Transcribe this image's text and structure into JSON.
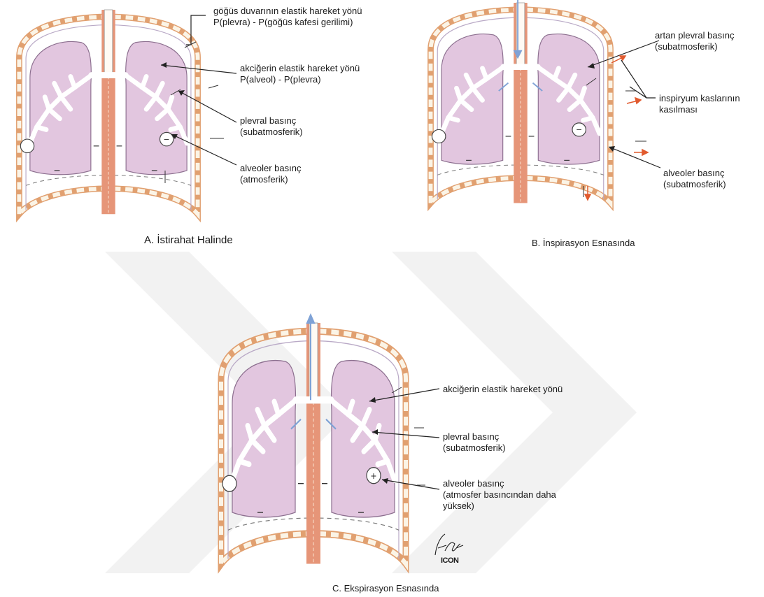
{
  "colors": {
    "lung_fill": "#e2c6df",
    "lung_outline": "#8c6f8f",
    "chest_wall": "#e1a070",
    "rib_tab": "#fbf4e6",
    "pleura": "#b9a9c6",
    "trachea": "#e69578",
    "airflow_arrow": "#7fa2d6",
    "muscle_arrow": "#e15a2e",
    "watermark": "#f2f2f2"
  },
  "panels": [
    {
      "id": "A",
      "caption": "A. İstirahat Halinde",
      "airflow": "none",
      "labels": [
        {
          "lines": [
            "göğüs duvarının elastik hareket yönü",
            "P(plevra) - P(göğüs kafesi gerilimi)"
          ]
        },
        {
          "lines": [
            "akciğerin elastik hareket yönü",
            "P(alveol) - P(plevra)"
          ]
        },
        {
          "lines": [
            "plevral basınç",
            "(subatmosferik)"
          ]
        },
        {
          "lines": [
            "alveoler basınç",
            "(atmosferik)"
          ]
        }
      ]
    },
    {
      "id": "B",
      "caption": "B. İnspirasyon Esnasında",
      "airflow": "in",
      "labels": [
        {
          "lines": [
            "artan plevral basınç",
            "(subatmosferik)"
          ]
        },
        {
          "lines": [
            "inspiryum kaslarının",
            "kasılması"
          ]
        },
        {
          "lines": [
            "alveoler basınç",
            "(subatmosferik)"
          ]
        }
      ]
    },
    {
      "id": "C",
      "caption": "C. Ekspirasyon Esnasında",
      "airflow": "out",
      "labels": [
        {
          "lines": [
            "akciğerin elastik hareket yönü"
          ]
        },
        {
          "lines": [
            "plevral basınç",
            "(subatmosferik)"
          ]
        },
        {
          "lines": [
            "alveoler basınç",
            "(atmosfer basıncından daha",
            "yüksek)"
          ]
        }
      ],
      "signature": "F. Netter",
      "logo": "ICON"
    }
  ]
}
